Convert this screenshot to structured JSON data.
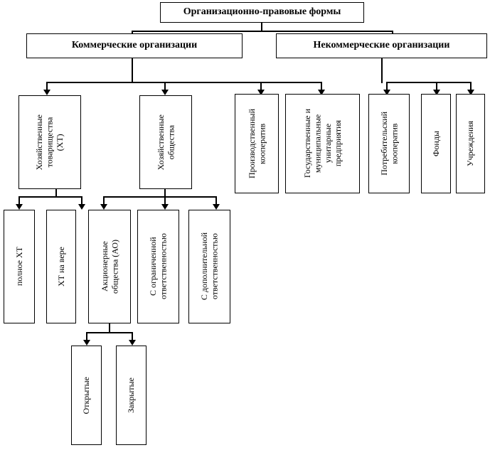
{
  "diagram": {
    "title_box": {
      "label": "Организационно-правовые формы",
      "orientation": "horizontal"
    },
    "level2": [
      {
        "label": "Коммерческие организации",
        "orientation": "horizontal"
      },
      {
        "label": "Некоммерческие организации",
        "orientation": "horizontal"
      }
    ],
    "level3_commercial": [
      {
        "label": "Хозяйственные\nтоварищества\n(ХТ)",
        "orientation": "vertical"
      },
      {
        "label": "Хозяйственные\nобщества",
        "orientation": "vertical"
      },
      {
        "label": "Производственный\nкооператив",
        "orientation": "vertical"
      },
      {
        "label": "Государственные и\nмуниципальные\nунитарные\nпредприятия",
        "orientation": "vertical"
      }
    ],
    "level3_noncommercial": [
      {
        "label": "Потребительский\nкооператив",
        "orientation": "vertical"
      },
      {
        "label": "Фонды",
        "orientation": "vertical"
      },
      {
        "label": "Учреждения",
        "orientation": "vertical"
      }
    ],
    "level4_partnerships": [
      {
        "label": "полное ХТ",
        "orientation": "vertical"
      },
      {
        "label": "ХТ на вере",
        "orientation": "vertical"
      }
    ],
    "level4_societies": [
      {
        "label": "Акционерные\nобщества (АО)",
        "orientation": "vertical"
      },
      {
        "label": "С ограниченной\nответственностью",
        "orientation": "vertical"
      },
      {
        "label": "С дополнительной\nответственностью",
        "orientation": "vertical"
      }
    ],
    "level5_joint_stock": [
      {
        "label": "Открытые",
        "orientation": "vertical"
      },
      {
        "label": "Закрытые",
        "orientation": "vertical"
      }
    ],
    "colors": {
      "border": "#000000",
      "background": "#ffffff",
      "text": "#000000",
      "connector": "#000000"
    }
  }
}
